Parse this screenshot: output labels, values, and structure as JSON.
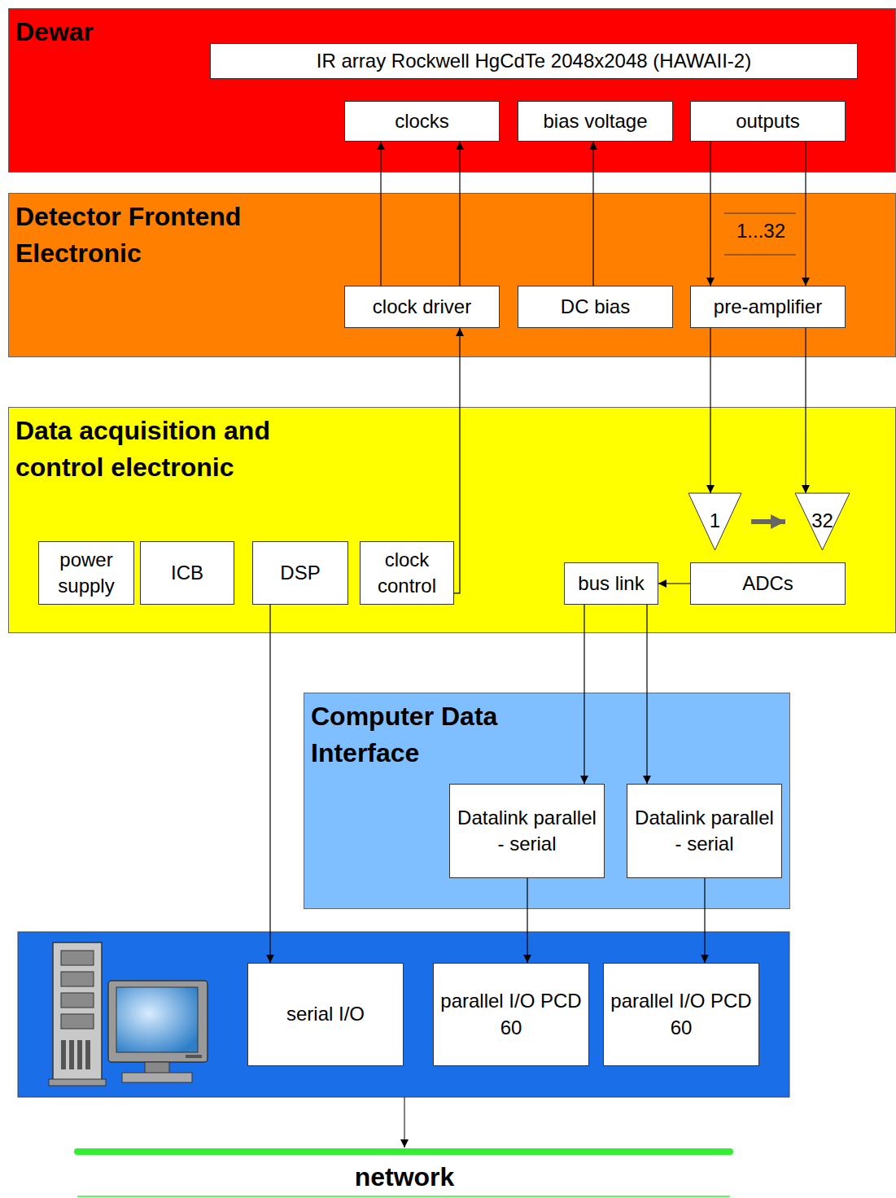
{
  "diagram": {
    "nodes": [
      {
        "text": [
          "Dewar"
        ]
      },
      {
        "text": [
          "IR array Rockwell HgCdTe 2048x2048 (HAWAII-2)"
        ],
        "in": 0
      },
      {
        "text": [
          "clocks"
        ],
        "in": 0
      },
      {
        "text": [
          "bias voltage"
        ],
        "in": 0
      },
      {
        "text": [
          "outputs"
        ],
        "in": 0
      },
      {
        "text": [
          "Detector Frontend Electronic"
        ]
      },
      {
        "text": [
          "clock driver"
        ],
        "in": 5
      },
      {
        "text": [
          "DC bias"
        ],
        "in": 5
      },
      {
        "text": [
          "pre-amplifier"
        ],
        "in": 5
      },
      {
        "text": [
          "Data acquisition and control electronic"
        ]
      },
      {
        "text": [
          "power supply"
        ],
        "in": 9
      },
      {
        "text": [
          "ICB"
        ],
        "in": 9
      },
      {
        "text": [
          "DSP"
        ],
        "in": 9
      },
      {
        "text": [
          "clock control"
        ],
        "in": 9
      },
      {
        "text": [
          "bus link"
        ],
        "in": 9
      },
      {
        "text": [
          "ADCs"
        ],
        "in": 9
      },
      {
        "text": [
          "1"
        ],
        "in": 9
      },
      {
        "text": [
          "32"
        ],
        "in": 9
      },
      {
        "text": [
          "Computer Data Interface"
        ]
      },
      {
        "text": [
          "Datalink parallel - serial"
        ],
        "in": 18
      },
      {
        "text": [
          "Datalink parallel - serial"
        ],
        "in": 18
      },
      {
        "text": [
          "serial I/O"
        ]
      },
      {
        "text": [
          "parallel I/O PCD 60"
        ]
      },
      {
        "text": [
          "parallel I/O PCD 60"
        ]
      }
    ],
    "edges": [
      {
        "from": 6,
        "to": 2,
        "arrow": "to"
      },
      {
        "from": 6,
        "to": 2,
        "arrow": "to"
      },
      {
        "from": 7,
        "to": 3,
        "arrow": "to"
      },
      {
        "from": 4,
        "to": 8,
        "arrow": "to"
      },
      {
        "from": 4,
        "to": 8,
        "arrow": "to"
      },
      {
        "from": 13,
        "to": 6,
        "arrow": "to"
      },
      {
        "from": 8,
        "to": 16,
        "arrow": "to"
      },
      {
        "from": 8,
        "to": 17,
        "arrow": "to"
      },
      {
        "from": 16,
        "to": 17,
        "arrow": "to"
      },
      {
        "from": 15,
        "to": 14,
        "arrow": "to"
      },
      {
        "from": 14,
        "to": 19,
        "arrow": "to"
      },
      {
        "from": 14,
        "to": 20,
        "arrow": "to"
      },
      {
        "from": 12,
        "to": 21,
        "arrow": "to"
      },
      {
        "from": 19,
        "to": 22,
        "arrow": "to"
      },
      {
        "from": 20,
        "to": 23,
        "arrow": "to"
      }
    ],
    "labels": [
      "1...32",
      "network"
    ]
  }
}
